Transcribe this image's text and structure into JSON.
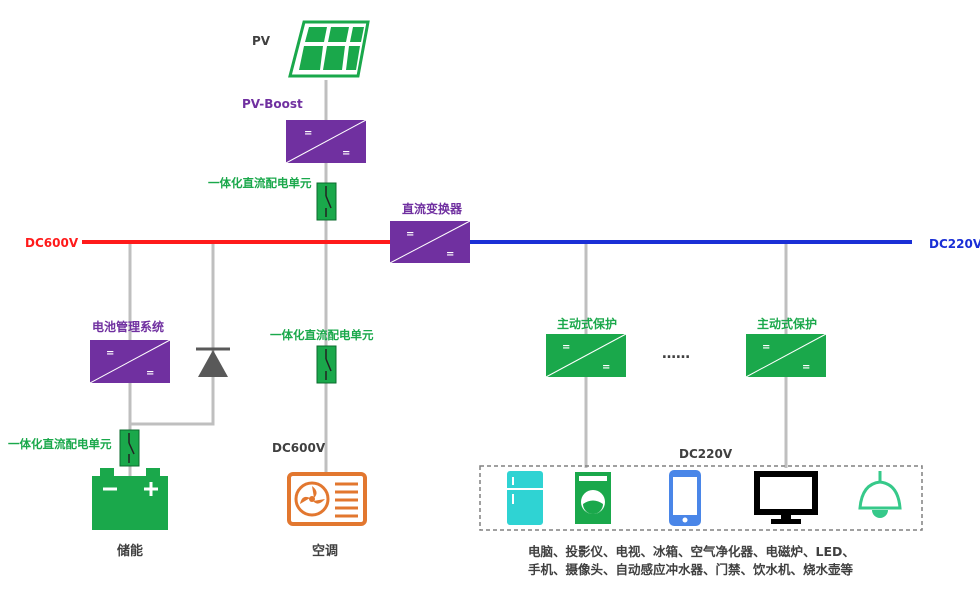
{
  "labels": {
    "pv": "PV",
    "pv_boost": "PV-Boost",
    "dc_unit_top": "一体化直流配电单元",
    "dc600v_bus": "DC600V",
    "dc220v_bus": "DC220V",
    "dc_converter": "直流变换器",
    "bms": "电池管理系统",
    "dc_unit_mid": "一体化直流配电单元",
    "dc_unit_left": "一体化直流配电单元",
    "dc600v_ac": "DC600V",
    "active_protection_1": "主动式保护",
    "active_protection_2": "主动式保护",
    "ellipsis": "……",
    "dc220v_loads": "DC220V",
    "storage": "储能",
    "aircon": "空调",
    "loads_line1": "电脑、投影仪、电视、冰箱、空气净化器、电磁炉、LED、",
    "loads_line2": "手机、摄像头、自动感应冲水器、门禁、饮水机、烧水壶等"
  },
  "converter_symbol": "=",
  "colors": {
    "dc600_bus": "#ff1a1a",
    "dc220_bus": "#1a2fd6",
    "converter_purple": "#7030a0",
    "green": "#1aa84b",
    "dark_green": "#0b6b2e",
    "wire_gray": "#bfbfbf",
    "orange": "#e2772f",
    "fridge_cyan": "#2fd3d3",
    "phone_blue": "#4a86e8",
    "lamp_green": "#36c98a"
  }
}
